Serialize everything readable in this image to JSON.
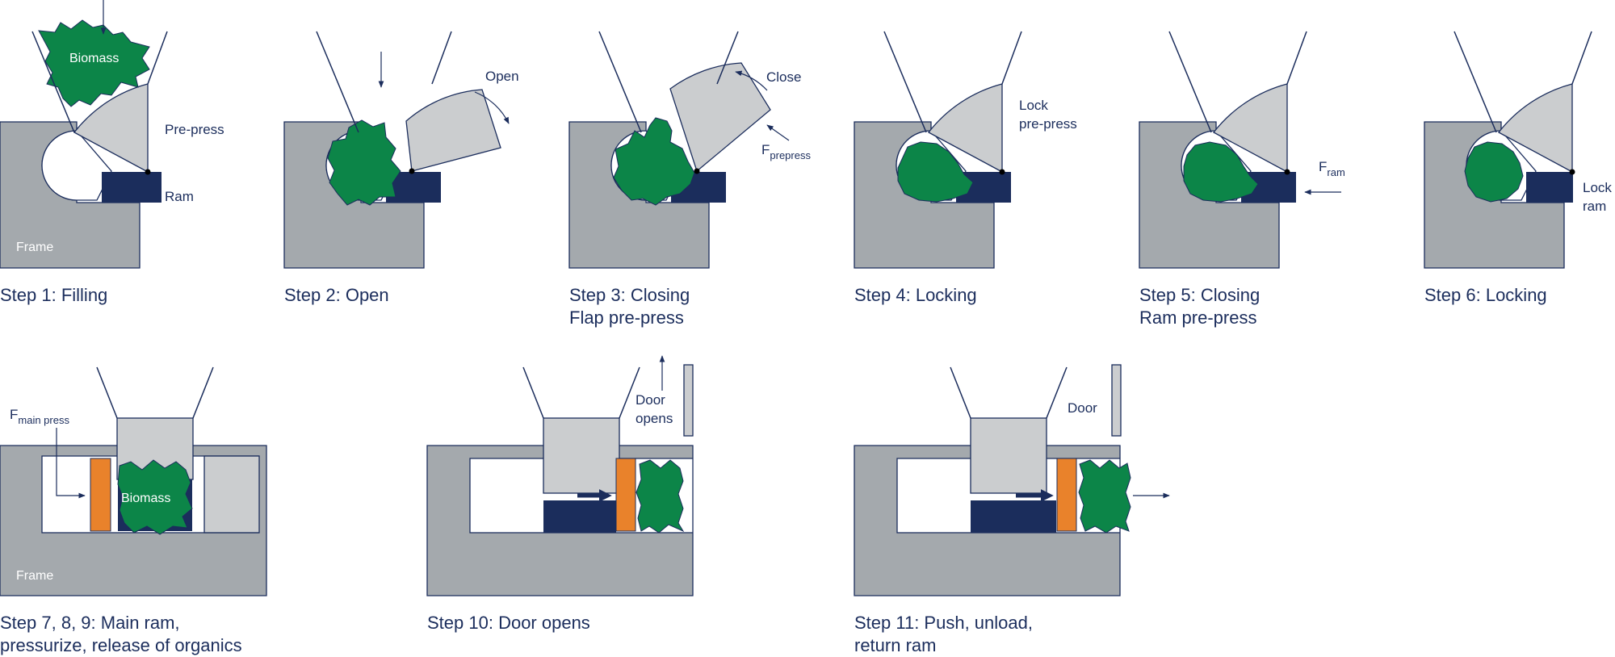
{
  "labels": {
    "biomass": "Biomass",
    "pre_press": "Pre-press",
    "ram": "Ram",
    "frame": "Frame",
    "open": "Open",
    "close": "Close",
    "f_letter": "F",
    "prepress_sub": "prepress",
    "lock": "Lock",
    "lock_pre_press": "pre-press",
    "ram_sub": "ram",
    "lock_ram_1": "Lock",
    "lock_ram_2": "ram",
    "main_press_sub": "main press",
    "door_opens_1": "Door",
    "door_opens_2": "opens",
    "door": "Door"
  },
  "captions": {
    "step1": "Step 1: Filling",
    "step2": "Step 2: Open",
    "step3_line1": "Step 3: Closing",
    "step3_line2": "Flap pre-press",
    "step4": "Step 4: Locking",
    "step5_line1": "Step 5: Closing",
    "step5_line2": "Ram pre-press",
    "step6": "Step 6: Locking",
    "step7_line1": "Step 7, 8, 9: Main ram,",
    "step7_line2": "pressurize, release of organics",
    "step10": "Step 10: Door opens",
    "step11_line1": "Step 11: Push, unload,",
    "step11_line2": "return ram"
  },
  "colors": {
    "frame": "#a4a9ad",
    "flap": "#cbcdcf",
    "ram": "#1b2d5c",
    "biomass": "#0c8548",
    "plate": "#e9822b",
    "text": "#1b2d5c"
  }
}
